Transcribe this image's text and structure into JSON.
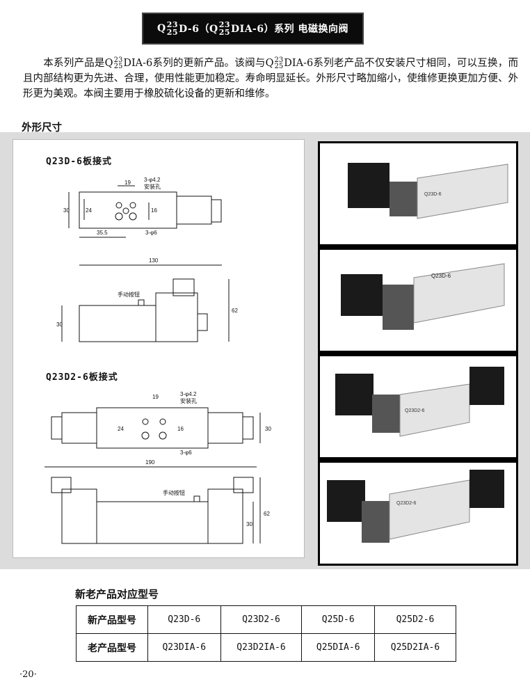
{
  "header": {
    "pre": "Q",
    "sup1": "23",
    "sub1": "25",
    "mid": "D-6（Q",
    "sup2": "23",
    "sub2": "25",
    "post": "DIA-6）系列  电磁换向阀"
  },
  "intro": {
    "part1": "本系列产品是Q",
    "sup1": "23",
    "sub1": "25",
    "part2": "DIA-6系列的更新产品。该阀与Q",
    "sup2": "23",
    "sub2": "25",
    "part3": "DIA-6系列老产品不仅安装尺寸相同，可以互换，而且内部结构更为先进、合理，使用性能更加稳定。寿命明显延长。外形尺寸略加缩小，使维修更换更加方便、外形更为美观。本阀主要用于橡胶硫化设备的更新和维修。"
  },
  "section_label": "外形尺寸",
  "drawings": {
    "title1": "Q23D-6板接式",
    "title2": "Q23D2-6板接式",
    "dims": {
      "d19": "19",
      "hole42": "3-φ4.2",
      "mount": "安装孔",
      "d30": "30",
      "d24": "24",
      "d16": "16",
      "d355": "35.5",
      "hole6": "3-φ6",
      "d130": "130",
      "manual": "手动按钮",
      "d62": "62",
      "d190": "190"
    }
  },
  "photos": [
    {
      "label": "Q23D-6"
    },
    {
      "label": "Q23D-6"
    },
    {
      "label": "Q23D2-6"
    },
    {
      "label": "Q23D2-6"
    }
  ],
  "table": {
    "title": "新老产品对应型号",
    "rows": [
      {
        "head": "新产品型号",
        "cells": [
          "Q23D-6",
          "Q23D2-6",
          "Q25D-6",
          "Q25D2-6"
        ]
      },
      {
        "head": "老产品型号",
        "cells": [
          "Q23DIA-6",
          "Q23D2IA-6",
          "Q25DIA-6",
          "Q25D2IA-6"
        ]
      }
    ]
  },
  "page_number": "·20·"
}
